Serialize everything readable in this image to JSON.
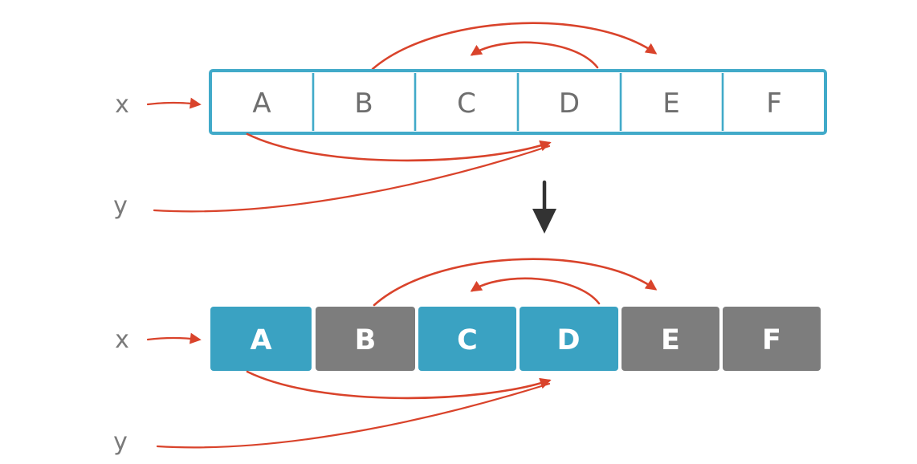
{
  "colors": {
    "teal": "#41aac9",
    "cell_blue": "#3aa2c2",
    "cell_gray": "#7d7d7d",
    "red": "#d9432b",
    "letter_gray": "#6e6e6e",
    "label_gray": "#7a7a7a",
    "white": "#ffffff",
    "black": "#333333"
  },
  "top": {
    "x_label": "x",
    "y_label": "y",
    "cells": [
      "A",
      "B",
      "C",
      "D",
      "E",
      "F"
    ]
  },
  "bottom": {
    "x_label": "x",
    "y_label": "y",
    "cells": [
      {
        "label": "A",
        "color": "#3aa2c2"
      },
      {
        "label": "B",
        "color": "#7d7d7d"
      },
      {
        "label": "C",
        "color": "#3aa2c2"
      },
      {
        "label": "D",
        "color": "#3aa2c2"
      },
      {
        "label": "E",
        "color": "#7d7d7d"
      },
      {
        "label": "F",
        "color": "#7d7d7d"
      }
    ]
  }
}
